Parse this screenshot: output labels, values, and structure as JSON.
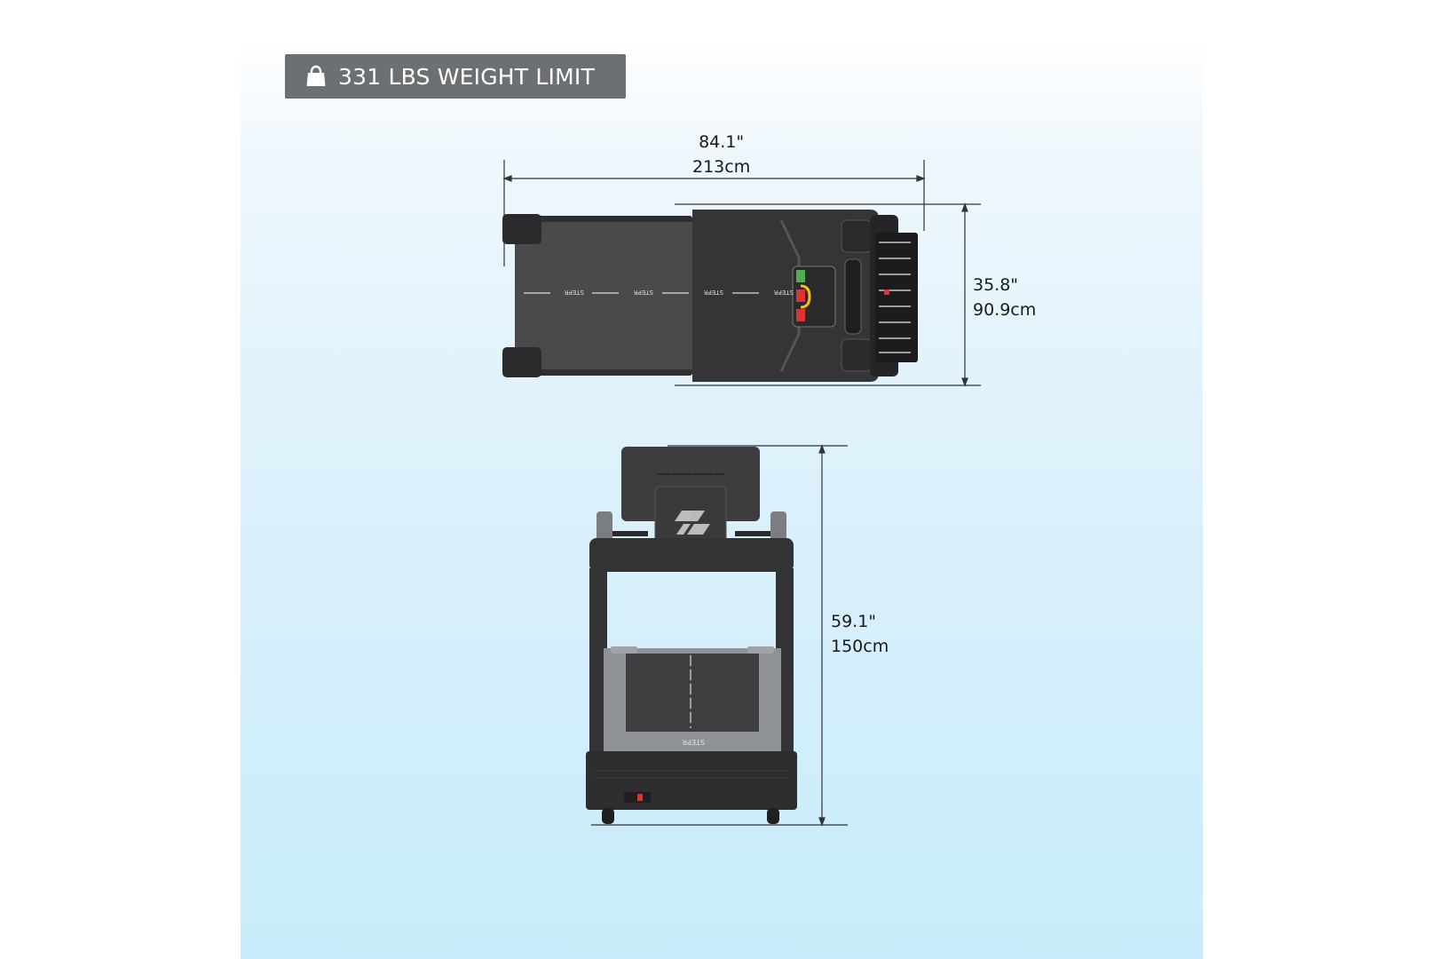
{
  "badge": {
    "icon": "shopping-bag-icon",
    "text": "331 LBS WEIGHT LIMIT",
    "background": "#6d7073"
  },
  "dimensions": {
    "length": {
      "imperial": "84.1\"",
      "metric": "213cm"
    },
    "width": {
      "imperial": "35.8\"",
      "metric": "90.9cm"
    },
    "height": {
      "imperial": "59.1\"",
      "metric": "150cm"
    }
  },
  "product": {
    "brand_mark": "STEPR"
  },
  "colors": {
    "frame": "#3b3b3d",
    "belt": "#4a4a4c",
    "deck": "#8e9195",
    "background_bottom": "#c8ecfb"
  }
}
